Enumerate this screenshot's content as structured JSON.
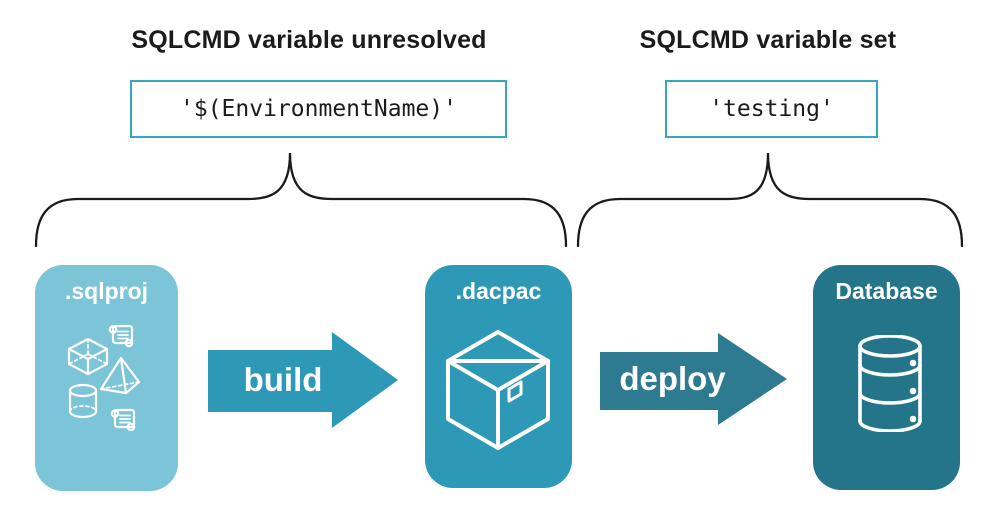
{
  "diagram": {
    "left_annotation": {
      "title": "SQLCMD variable unresolved",
      "code": "'$(EnvironmentName)'"
    },
    "right_annotation": {
      "title": "SQLCMD variable set",
      "code": "'testing'"
    },
    "pipeline": {
      "sqlproj_label": ".sqlproj",
      "build_label": "build",
      "dacpac_label": ".dacpac",
      "deploy_label": "deploy",
      "database_label": "Database"
    },
    "colors": {
      "sqlproj_bg": "#7CC4D8",
      "dacpac_bg": "#2E99B7",
      "database_bg": "#24748A",
      "build_arrow": "#2E99B7",
      "deploy_arrow": "#2E7A90",
      "code_border": "#3AA5BF",
      "ink": "#1B1B1B",
      "icon_stroke": "#FFFFFF"
    }
  }
}
